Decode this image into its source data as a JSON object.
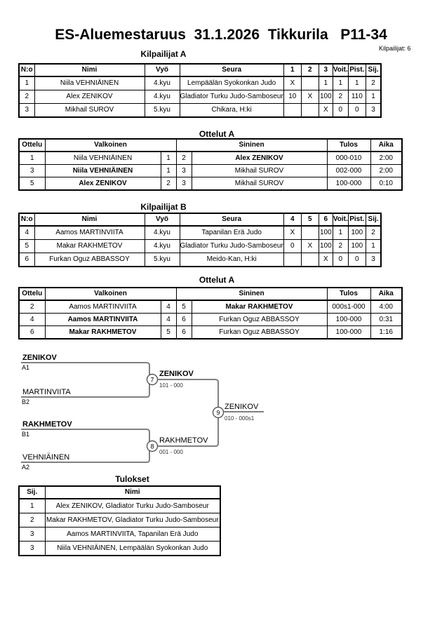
{
  "header": {
    "title": "ES-Aluemestaruus  31.1.2026  Tikkurila   P11-34",
    "competitors_count": "Kilpailijat: 6"
  },
  "pool_a": {
    "label": "Kilpailijat A",
    "headers": [
      "N:o",
      "Nimi",
      "Vyö",
      "Seura",
      "1",
      "2",
      "3",
      "Voit.",
      "Pist.",
      "Sij."
    ],
    "rows": [
      {
        "no": "1",
        "name": "Niila VEHNIÄINEN",
        "belt": "4.kyu",
        "club": "Lempäälän Syokonkan Judo",
        "c1": "X",
        "c2": "",
        "c3": "1",
        "wins": "1",
        "points": "1",
        "place": "2"
      },
      {
        "no": "2",
        "name": "Alex ZENIKOV",
        "belt": "4.kyu",
        "club": "Gladiator Turku Judo-Samboseur",
        "c1": "10",
        "c2": "X",
        "c3": "100",
        "wins": "2",
        "points": "110",
        "place": "1"
      },
      {
        "no": "3",
        "name": "Mikhail SUROV",
        "belt": "5.kyu",
        "club": "Chikara, H:ki",
        "c1": "",
        "c2": "",
        "c3": "X",
        "wins": "0",
        "points": "0",
        "place": "3"
      }
    ]
  },
  "matches_a": {
    "label": "Ottelut A",
    "headers": {
      "match": "Ottelu",
      "white": "Valkoinen",
      "blue": "Sininen",
      "result": "Tulos",
      "time": "Aika"
    },
    "rows": [
      {
        "match": "1",
        "white": "Niila VEHNIÄINEN",
        "white_winner": false,
        "white_no": "1",
        "blue_no": "2",
        "blue": "Alex ZENIKOV",
        "blue_winner": true,
        "result": "000-010",
        "time": "2:00"
      },
      {
        "match": "3",
        "white": "Niila VEHNIÄINEN",
        "white_winner": true,
        "white_no": "1",
        "blue_no": "3",
        "blue": "Mikhail SUROV",
        "blue_winner": false,
        "result": "002-000",
        "time": "2:00"
      },
      {
        "match": "5",
        "white": "Alex ZENIKOV",
        "white_winner": true,
        "white_no": "2",
        "blue_no": "3",
        "blue": "Mikhail SUROV",
        "blue_winner": false,
        "result": "100-000",
        "time": "0:10"
      }
    ]
  },
  "pool_b": {
    "label": "Kilpailijat B",
    "headers": [
      "N:o",
      "Nimi",
      "Vyö",
      "Seura",
      "4",
      "5",
      "6",
      "Voit.",
      "Pist.",
      "Sij."
    ],
    "rows": [
      {
        "no": "4",
        "name": "Aamos MARTINVIITA",
        "belt": "4.kyu",
        "club": "Tapanilan Erä Judo",
        "c1": "X",
        "c2": "",
        "c3": "100",
        "wins": "1",
        "points": "100",
        "place": "2"
      },
      {
        "no": "5",
        "name": "Makar RAKHMETOV",
        "belt": "4.kyu",
        "club": "Gladiator Turku Judo-Samboseur",
        "c1": "0",
        "c2": "X",
        "c3": "100",
        "wins": "2",
        "points": "100",
        "place": "1"
      },
      {
        "no": "6",
        "name": "Furkan Oguz ABBASSOY",
        "belt": "5.kyu",
        "club": "Meido-Kan, H:ki",
        "c1": "",
        "c2": "",
        "c3": "X",
        "wins": "0",
        "points": "0",
        "place": "3"
      }
    ]
  },
  "matches_b": {
    "label": "Ottelut A",
    "headers": {
      "match": "Ottelu",
      "white": "Valkoinen",
      "blue": "Sininen",
      "result": "Tulos",
      "time": "Aika"
    },
    "rows": [
      {
        "match": "2",
        "white": "Aamos MARTINVIITA",
        "white_winner": false,
        "white_no": "4",
        "blue_no": "5",
        "blue": "Makar RAKHMETOV",
        "blue_winner": true,
        "result": "000s1-000",
        "time": "4:00"
      },
      {
        "match": "4",
        "white": "Aamos MARTINVIITA",
        "white_winner": true,
        "white_no": "4",
        "blue_no": "6",
        "blue": "Furkan Oguz ABBASSOY",
        "blue_winner": false,
        "result": "100-000",
        "time": "0:31"
      },
      {
        "match": "6",
        "white": "Makar RAKHMETOV",
        "white_winner": true,
        "white_no": "5",
        "blue_no": "6",
        "blue": "Furkan Oguz ABBASSOY",
        "blue_winner": false,
        "result": "100-000",
        "time": "1:16"
      }
    ]
  },
  "bracket": {
    "slots": [
      {
        "name": "ZENIKOV",
        "seed": "A1",
        "winner": true
      },
      {
        "name": "MARTINVIITA",
        "seed": "B2",
        "winner": false
      },
      {
        "name": "RAKHMETOV",
        "seed": "B1",
        "winner": true
      },
      {
        "name": "VEHNIÄINEN",
        "seed": "A2",
        "winner": false
      }
    ],
    "matches": [
      {
        "number": "7",
        "winner": "ZENIKOV",
        "score": "101 - 000",
        "winner_bold": true
      },
      {
        "number": "8",
        "winner": "RAKHMETOV",
        "score": "001 - 000",
        "winner_bold": false
      },
      {
        "number": "9",
        "winner": "ZENIKOV",
        "score": "010 - 000s1",
        "winner_bold": false
      }
    ]
  },
  "results": {
    "label": "Tulokset",
    "headers": {
      "place": "Sij.",
      "name": "Nimi"
    },
    "rows": [
      {
        "place": "1",
        "name": "Alex ZENIKOV, Gladiator Turku Judo-Samboseur"
      },
      {
        "place": "2",
        "name": "Makar RAKHMETOV, Gladiator Turku Judo-Samboseur"
      },
      {
        "place": "3",
        "name": "Aamos MARTINVIITA, Tapanilan Erä Judo"
      },
      {
        "place": "3",
        "name": "Niila VEHNIÄINEN, Lempäälän Syokonkan Judo"
      }
    ]
  }
}
